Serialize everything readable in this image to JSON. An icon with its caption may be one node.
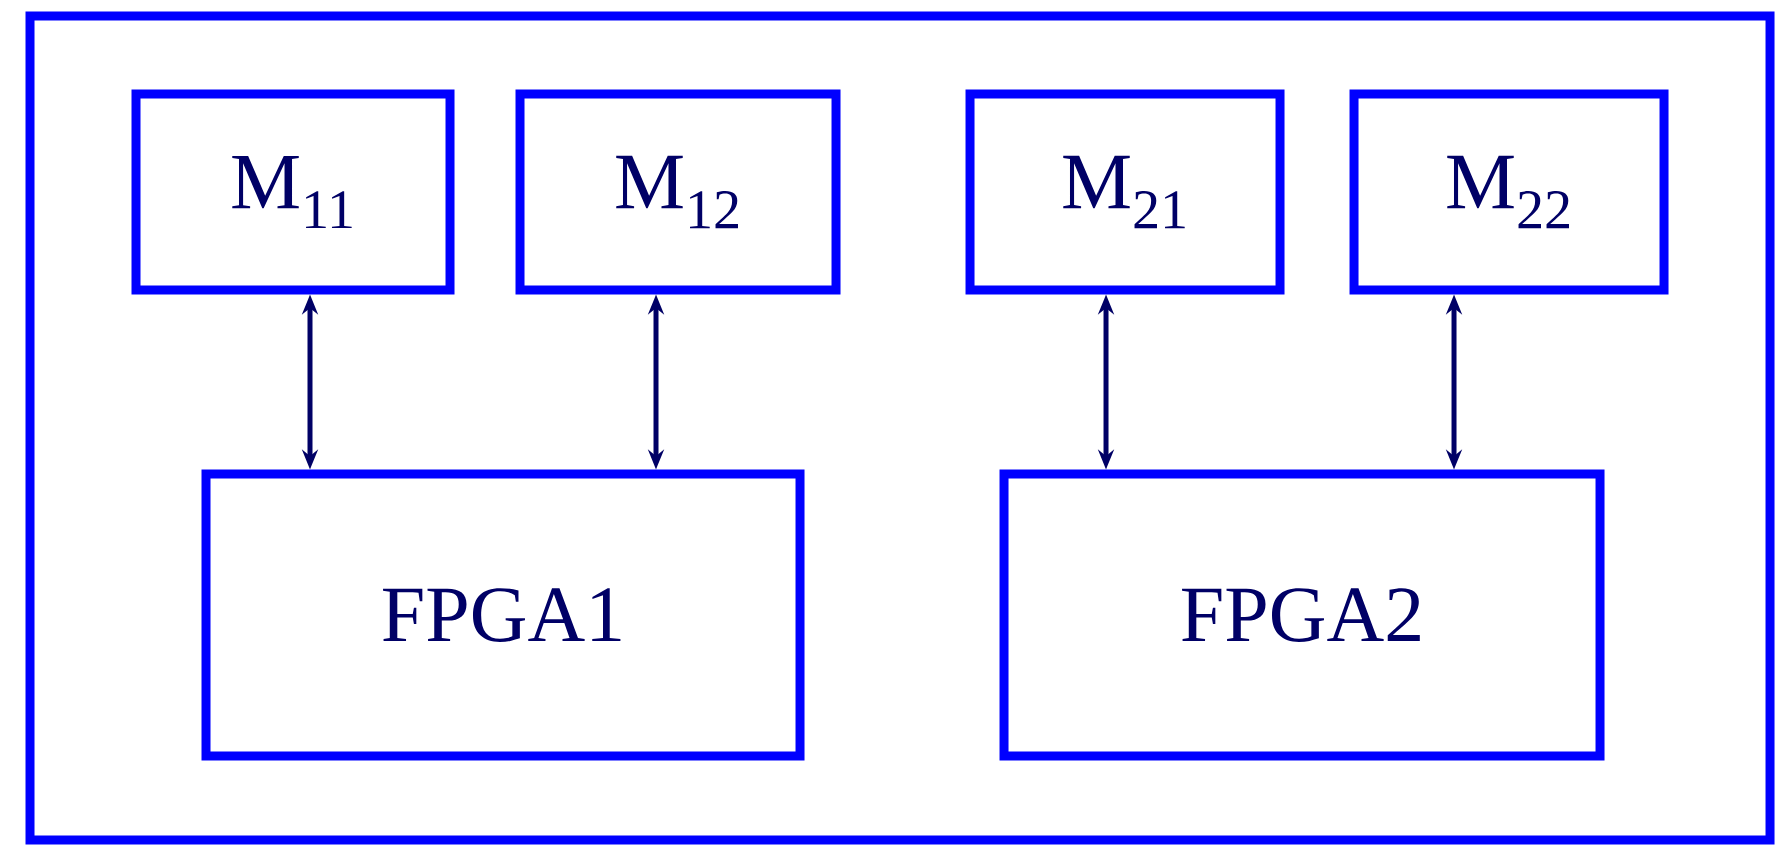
{
  "diagram": {
    "nodes": [
      {
        "text": [],
        "shape": "box"
      },
      {
        "text": [
          "M$_{11}$"
        ],
        "in": 0
      },
      {
        "text": [
          "M$_{12}$"
        ],
        "in": 0
      },
      {
        "text": [
          "M$_{21}$"
        ],
        "in": 0
      },
      {
        "text": [
          "M$_{22}$"
        ],
        "in": 0
      },
      {
        "text": [
          "FPGA1"
        ],
        "in": 0
      },
      {
        "text": [
          "FPGA2"
        ],
        "in": 0
      }
    ],
    "edges": [
      {
        "from": 1,
        "to": 5,
        "arrow": "both"
      },
      {
        "from": 2,
        "to": 5,
        "arrow": "both"
      },
      {
        "from": 3,
        "to": 6,
        "arrow": "both"
      },
      {
        "from": 4,
        "to": 6,
        "arrow": "both"
      }
    ]
  }
}
